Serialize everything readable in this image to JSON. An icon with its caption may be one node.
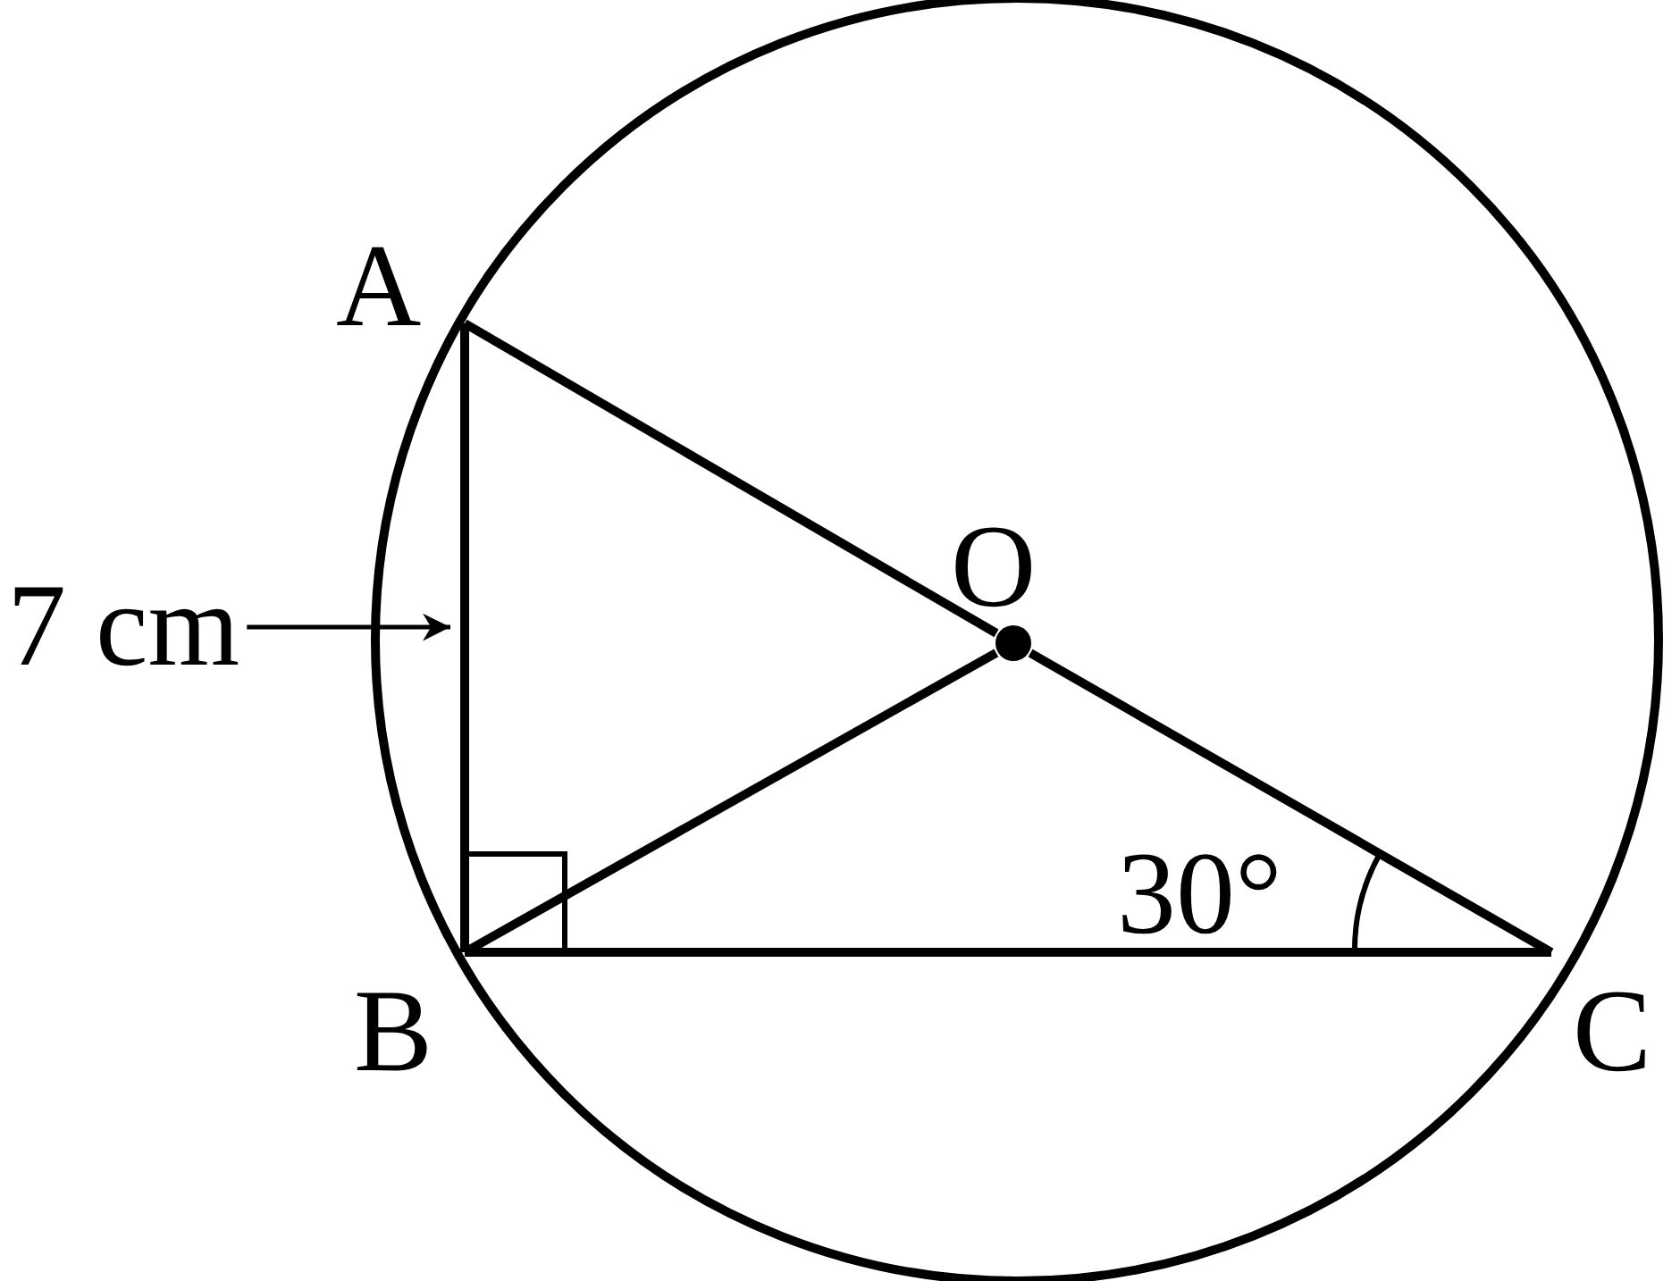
{
  "diagram": {
    "nodes": [
      {
        "text": [
          "A"
        ]
      },
      {
        "text": [],
        "shape": "circle",
        "beside": [
          "O"
        ]
      },
      {
        "text": [
          "B"
        ]
      },
      {
        "text": [
          "C"
        ]
      },
      {
        "text": [
          "7 cm"
        ]
      }
    ],
    "edges": [
      {
        "from": 0,
        "to": 2,
        "arrow": "none"
      },
      {
        "from": 0,
        "to": 1,
        "arrow": "none"
      },
      {
        "from": 1,
        "to": 3,
        "arrow": "none"
      },
      {
        "from": 2,
        "to": 1,
        "arrow": "none"
      },
      {
        "from": 2,
        "to": 3,
        "arrow": "none"
      },
      {
        "from": 4,
        "to": null,
        "arrow": "to"
      }
    ],
    "labels": [
      "30°"
    ]
  }
}
